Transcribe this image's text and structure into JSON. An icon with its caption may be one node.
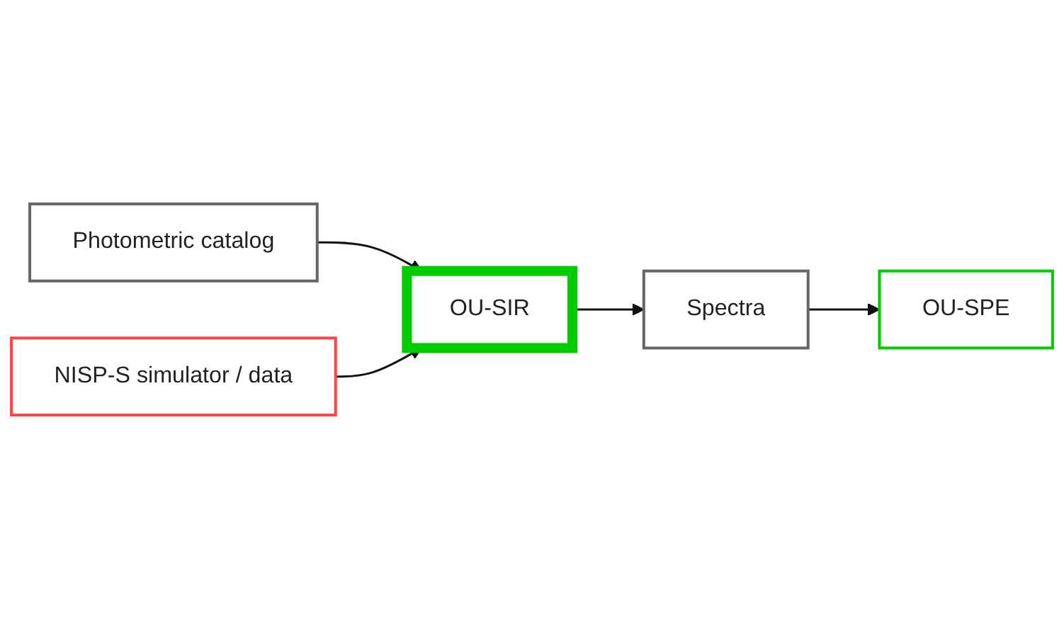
{
  "diagram": {
    "nodes": [
      {
        "text": [
          "Photometric catalog"
        ]
      },
      {
        "text": [
          "NISP-S simulator / data"
        ]
      },
      {
        "text": [
          "OU-SIR"
        ]
      },
      {
        "text": [
          "Spectra"
        ]
      },
      {
        "text": [
          "OU-SPE"
        ]
      }
    ],
    "edges": [
      {
        "from": 0,
        "to": 2,
        "arrow": "to"
      },
      {
        "from": 1,
        "to": 2,
        "arrow": "to"
      },
      {
        "from": 2,
        "to": 3,
        "arrow": "to"
      },
      {
        "from": 3,
        "to": 4,
        "arrow": "to"
      }
    ]
  }
}
